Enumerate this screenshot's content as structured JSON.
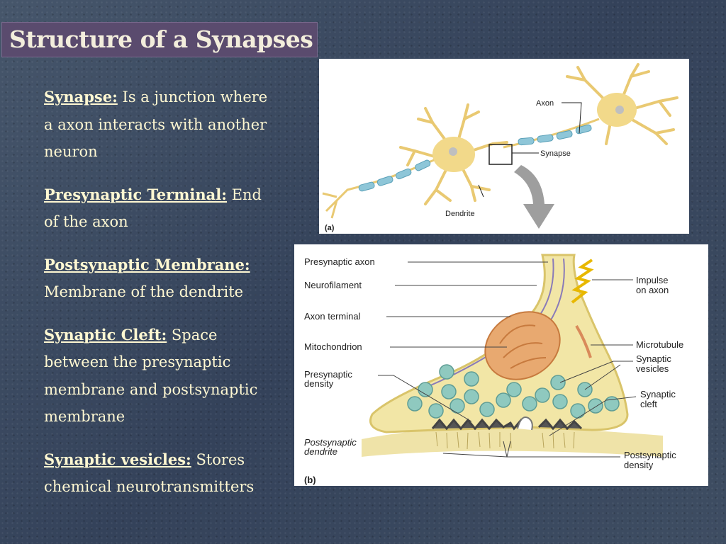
{
  "slide": {
    "title": "Structure of a Synapses",
    "items": [
      {
        "term": "Synapse:",
        "text": " Is a junction where a axon interacts with another neuron"
      },
      {
        "term": "Presynaptic Terminal:",
        "text": " End of the axon"
      },
      {
        "term": "Postsynaptic Membrane:",
        "text": " Membrane of the dendrite"
      },
      {
        "term": "Synaptic Cleft:",
        "text": " Space between the presynaptic membrane and postsynaptic membrane"
      },
      {
        "term": "Synaptic vesicles:",
        "text": " Stores chemical neurotransmitters"
      }
    ]
  },
  "figure_a": {
    "label_axon": "Axon",
    "label_synapse": "Synapse",
    "label_dendrite": "Dendrite",
    "panel_label": "(a)"
  },
  "figure_b": {
    "left_labels": [
      "Presynaptic axon",
      "Neurofilament",
      "Axon terminal",
      "Mitochondrion"
    ],
    "presynaptic_density": [
      "Presynaptic",
      "density"
    ],
    "postsynaptic_dendrite": [
      "Postsynaptic",
      "dendrite"
    ],
    "impulse": [
      "Impulse",
      "on axon"
    ],
    "microtubule": "Microtubule",
    "synaptic_vesicles": [
      "Synaptic",
      "vesicles"
    ],
    "synaptic_cleft": [
      "Synaptic",
      "cleft"
    ],
    "postsynaptic_density": [
      "Postsynaptic",
      "density"
    ],
    "panel_label": "(b)"
  },
  "colors": {
    "background": "#3b4a5e",
    "title_bg": "#5a4b6e",
    "text": "#fff8d2",
    "neuron": "#f2d98a",
    "myelin": "#8ec6d8"
  }
}
